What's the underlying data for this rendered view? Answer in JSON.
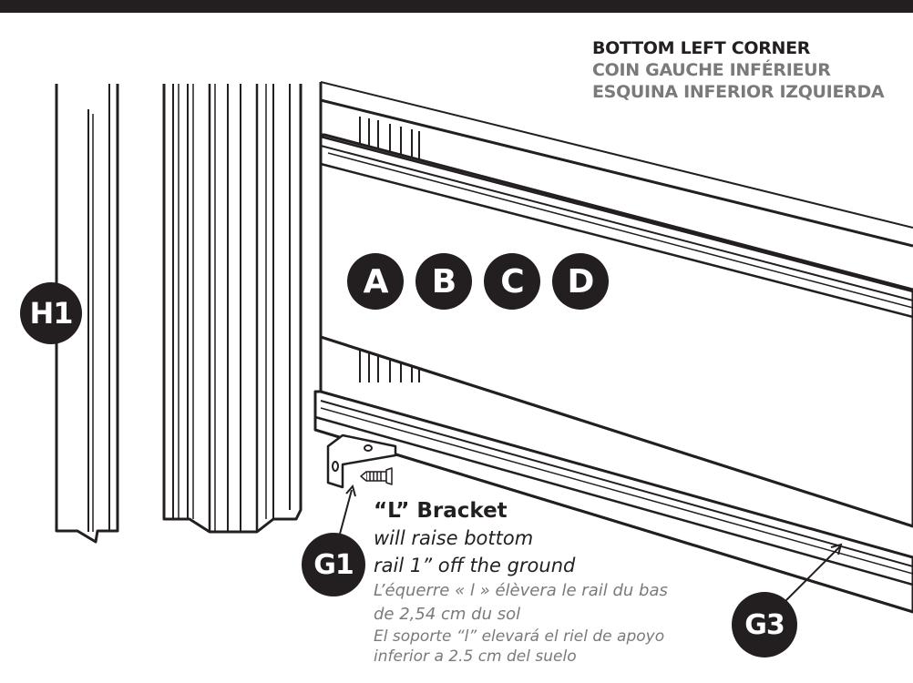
{
  "heading": {
    "en": "BOTTOM LEFT CORNER",
    "fr": "COIN GAUCHE INFÉRIEUR",
    "es": "ESQUINA INFERIOR IZQUIERDA"
  },
  "labels": {
    "h1": "H1",
    "a": "A",
    "b": "B",
    "c": "C",
    "d": "D",
    "g1": "G1",
    "g3": "G3"
  },
  "bracket_note": {
    "title": "“L” Bracket",
    "en_line1": "will raise bottom",
    "en_line2": "rail 1” off the ground",
    "fr_line1": "L’équerre « l » élèvera le rail du bas",
    "fr_line2": "de 2,54 cm du sol",
    "es_line1": "El soporte “l” elevará el riel de apoyo",
    "es_line2": "inferior a 2.5 cm del suelo"
  },
  "colors": {
    "ink": "#231f20",
    "secondary_text": "#7a7a7a",
    "background": "#ffffff"
  }
}
